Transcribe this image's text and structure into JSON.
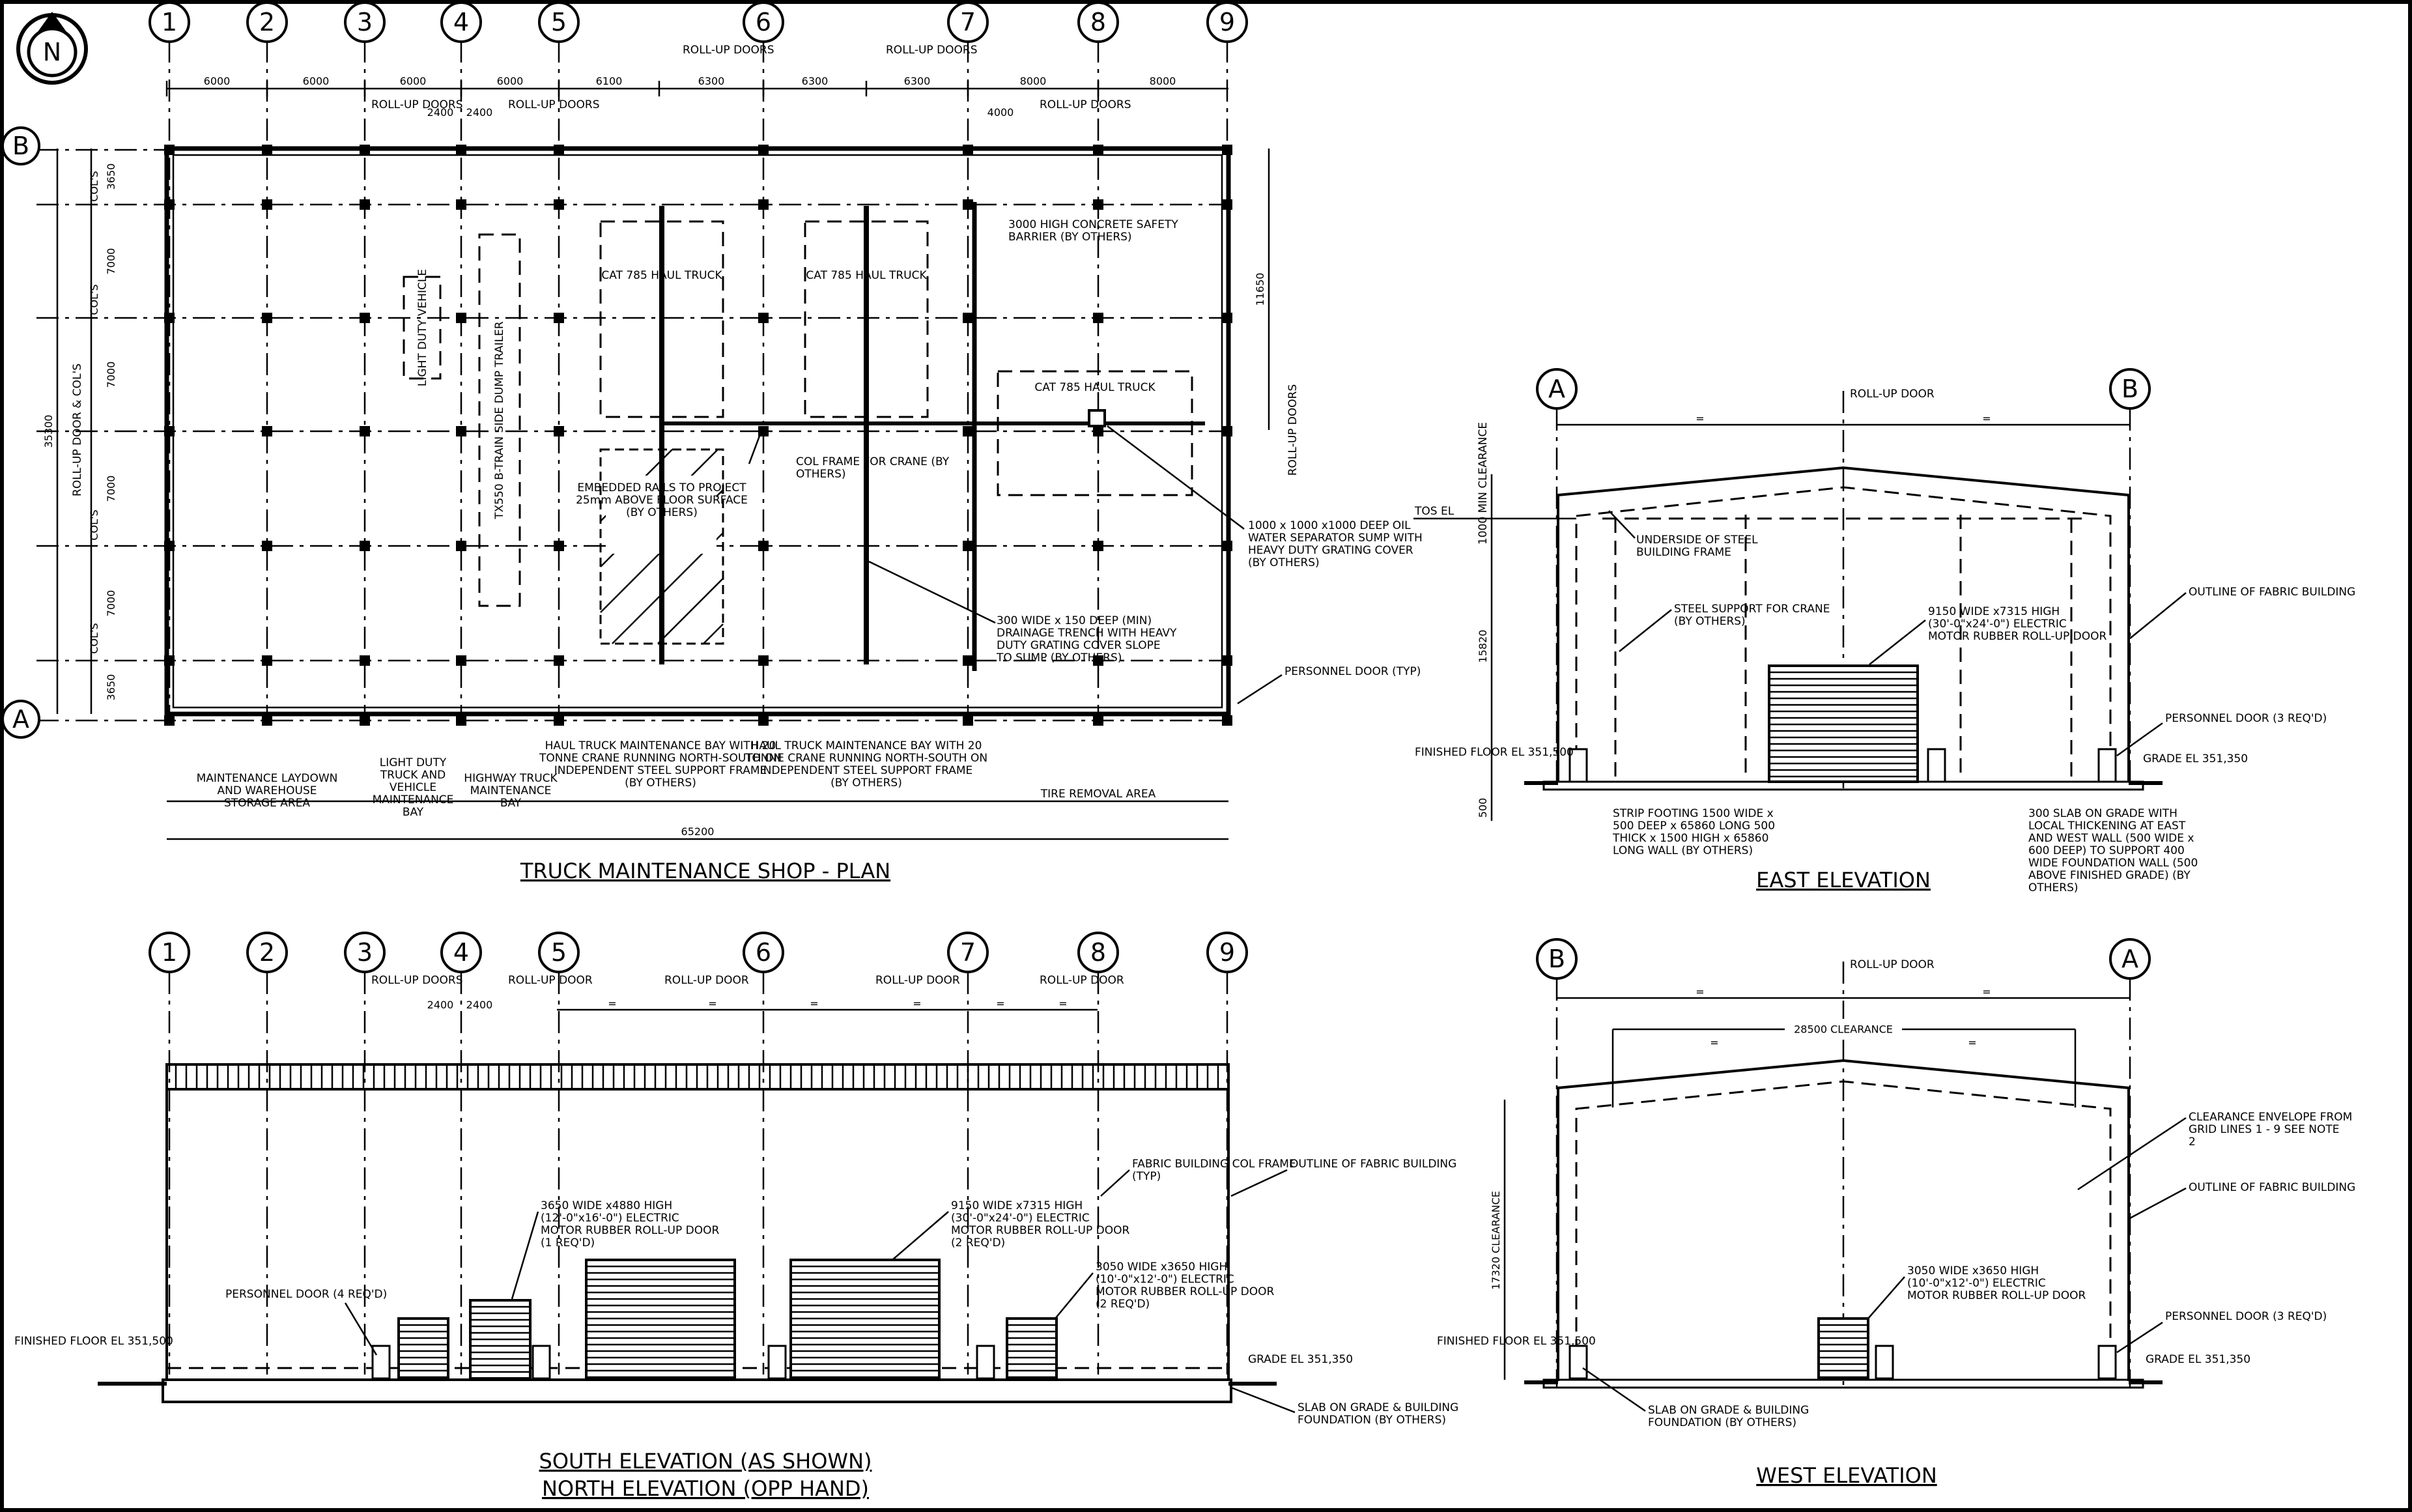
{
  "north_arrow": {
    "label": "N"
  },
  "grid_bubbles": {
    "numbers": [
      "1",
      "2",
      "3",
      "4",
      "5",
      "6",
      "7",
      "8",
      "9"
    ],
    "letters": [
      "A",
      "B"
    ]
  },
  "plan": {
    "title": "TRUCK MAINTENANCE SHOP - PLAN",
    "dims_top": [
      "6000",
      "6000",
      "6000",
      "6000",
      "6100",
      "6300",
      "6300",
      "6300",
      "8000",
      "8000"
    ],
    "dims_doors": [
      "2400",
      "2400",
      "4000"
    ],
    "dim_total": "65200",
    "dims_left": [
      "3650",
      "7000",
      "7000",
      "7000",
      "7000",
      "3650"
    ],
    "dims_left_labels": [
      "COL'S",
      "COL'S",
      "COL'S",
      "COL'S"
    ],
    "dim_left_total": "35300",
    "dim_right": "11650",
    "rollup_left": "ROLL-UP DOOR & COL'S",
    "rollup_right": "ROLL-UP DOORS",
    "rollup_top": [
      "ROLL-UP DOORS",
      "ROLL-UP DOORS",
      "ROLL-UP DOORS",
      "ROLL-UP DOORS",
      "ROLL-UP DOORS"
    ],
    "bays": [
      "MAINTENANCE LAYDOWN AND WAREHOUSE STORAGE AREA",
      "LIGHT DUTY TRUCK AND VEHICLE MAINTENANCE BAY",
      "HIGHWAY TRUCK MAINTENANCE BAY",
      "HAUL TRUCK MAINTENANCE BAY WITH 20 TONNE CRANE RUNNING NORTH-SOUTH ON INDEPENDENT STEEL SUPPORT FRAME (BY OTHERS)",
      "HAUL TRUCK MAINTENANCE BAY WITH 20 TONNE CRANE RUNNING NORTH-SOUTH ON INDEPENDENT STEEL SUPPORT FRAME (BY OTHERS)",
      "TIRE REMOVAL AREA"
    ],
    "vehicles": [
      "LIGHT DUTY VEHICLE",
      "TX550 B-TRAIN SIDE DUMP TRAILER",
      "CAT 785 HAUL TRUCK",
      "CAT 785 HAUL TRUCK",
      "CAT 785 HAUL TRUCK"
    ],
    "rails_note": "EMBEDDED RAILS TO PROJECT 25mm ABOVE FLOOR SURFACE (BY OTHERS)",
    "col_frame_note": "COL FRAME FOR CRANE (BY OTHERS)",
    "barrier_note": "3000 HIGH CONCRETE SAFETY BARRIER (BY OTHERS)",
    "sump_note": "1000 x 1000 x1000 DEEP OIL WATER SEPARATOR SUMP WITH HEAVY DUTY GRATING COVER (BY OTHERS)",
    "trench_note": "300 WIDE x 150 DEEP (MIN) DRAINAGE TRENCH WITH HEAVY DUTY GRATING COVER SLOPE TO SUMP (BY OTHERS)",
    "personnel_note": "PERSONNEL DOOR (TYP)"
  },
  "east": {
    "title": "EAST ELEVATION",
    "rollup": "ROLL-UP DOOR",
    "eq": "=",
    "clearance": "1000 MIN CLEARANCE",
    "tos": "TOS EL",
    "height": "15820",
    "footing_dim": "500",
    "ffl": "FINISHED FLOOR EL 351,500",
    "grade": "GRADE EL 351,350",
    "underside": "UNDERSIDE OF STEEL BUILDING FRAME",
    "steel_support": "STEEL SUPPORT FOR CRANE (BY OTHERS)",
    "door_note": "9150 WIDE x7315 HIGH (30'-0\"x24'-0\") ELECTRIC MOTOR RUBBER ROLL-UP DOOR",
    "outline": "OUTLINE OF FABRIC BUILDING",
    "personnel": "PERSONNEL DOOR (3 REQ'D)",
    "strip": "STRIP FOOTING 1500 WIDE x 500 DEEP x 65860 LONG 500 THICK x 1500 HIGH x 65860 LONG WALL (BY OTHERS)",
    "slab": "300 SLAB ON GRADE WITH LOCAL THICKENING AT EAST AND WEST WALL (500 WIDE x 600 DEEP) TO SUPPORT 400 WIDE FOUNDATION WALL (500 ABOVE FINISHED GRADE) (BY OTHERS)"
  },
  "south": {
    "title1": "SOUTH ELEVATION (AS SHOWN)",
    "title2": "NORTH ELEVATION (OPP HAND)",
    "rollups": [
      "ROLL-UP DOORS",
      "ROLL-UP DOOR",
      "ROLL-UP DOOR",
      "ROLL-UP DOOR",
      "ROLL-UP DOOR"
    ],
    "dims": [
      "2400",
      "2400"
    ],
    "eq": "=",
    "door_a": "3650 WIDE x4880 HIGH (12'-0\"x16'-0\") ELECTRIC MOTOR RUBBER ROLL-UP DOOR (1 REQ'D)",
    "door_b": "9150 WIDE x7315 HIGH (30'-0\"x24'-0\") ELECTRIC MOTOR RUBBER ROLL-UP DOOR (2 REQ'D)",
    "door_c": "3050 WIDE x3650 HIGH (10'-0\"x12'-0\") ELECTRIC MOTOR RUBBER ROLL-UP DOOR (2 REQ'D)",
    "personnel": "PERSONNEL DOOR (4 REQ'D)",
    "fabric_col": "FABRIC BUILDING COL FRAME (TYP)",
    "outline": "OUTLINE OF FABRIC BUILDING",
    "ffl": "FINISHED FLOOR EL 351,500",
    "grade": "GRADE EL 351,350",
    "slab": "SLAB ON GRADE & BUILDING FOUNDATION (BY OTHERS)"
  },
  "west": {
    "title": "WEST ELEVATION",
    "rollup": "ROLL-UP DOOR",
    "eq": "=",
    "clearance_w": "28500 CLEARANCE",
    "clearance_h": "17320 CLEARANCE",
    "envelope": "CLEARANCE ENVELOPE FROM GRID LINES 1 - 9 SEE NOTE 2",
    "outline": "OUTLINE OF FABRIC BUILDING",
    "door_note": "3050 WIDE x3650 HIGH (10'-0\"x12'-0\") ELECTRIC MOTOR RUBBER ROLL-UP DOOR",
    "personnel": "PERSONNEL DOOR (3 REQ'D)",
    "ffl": "FINISHED FLOOR EL 351,500",
    "grade": "GRADE EL 351,350",
    "slab": "SLAB ON GRADE & BUILDING FOUNDATION (BY OTHERS)"
  }
}
